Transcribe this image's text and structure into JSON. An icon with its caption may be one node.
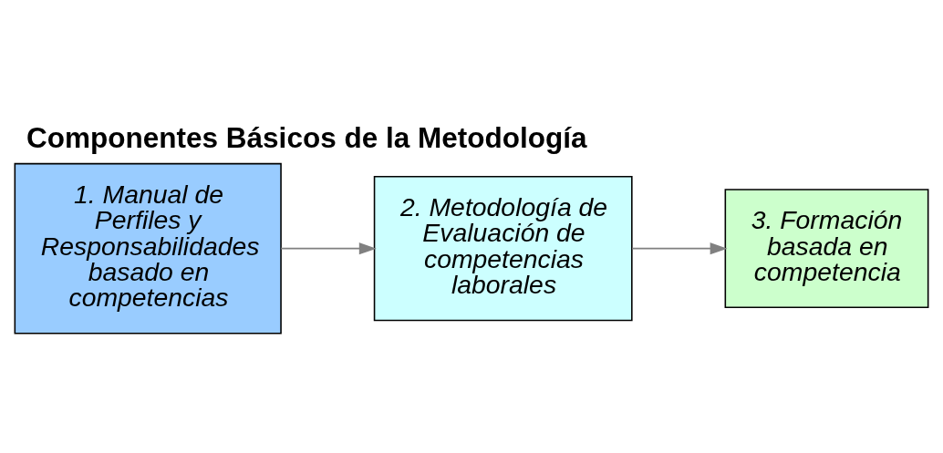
{
  "diagram": {
    "title": "Componentes Básicos de la Metodología",
    "nodes": [
      {
        "text": [
          "1. Manual de Perfiles y Responsabilidades basado en competencias"
        ]
      },
      {
        "text": [
          "2. Metodología de Evaluación de competencias laborales"
        ]
      },
      {
        "text": [
          "3. Formación basada en competencia"
        ]
      }
    ],
    "edges": [
      {
        "from": 0,
        "to": 1,
        "arrow": "to"
      },
      {
        "from": 1,
        "to": 2,
        "arrow": "to"
      }
    ]
  }
}
